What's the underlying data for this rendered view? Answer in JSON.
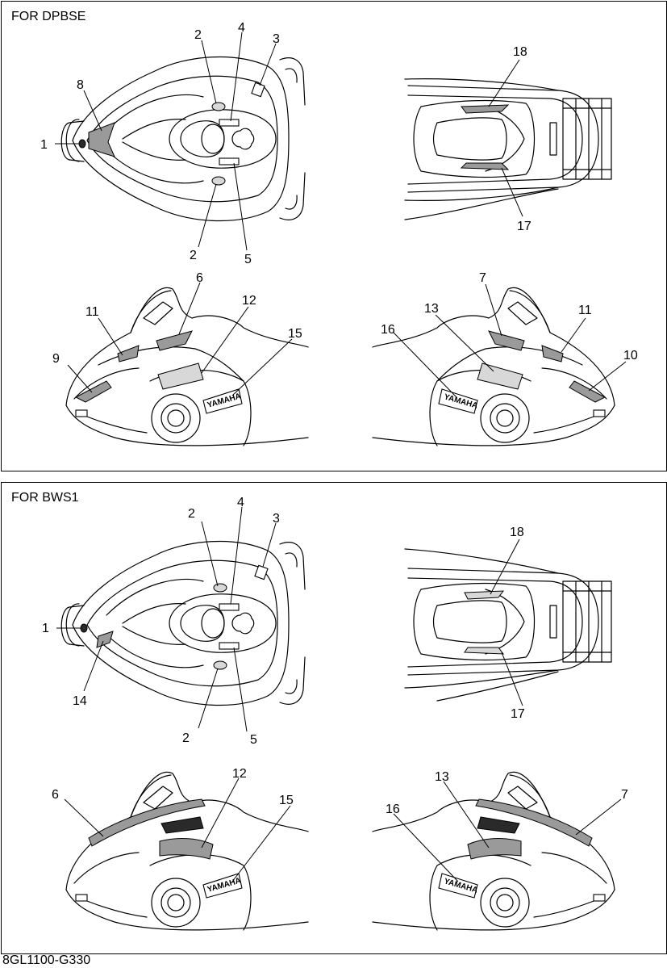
{
  "figure_code": "8GL1100-G330",
  "brand_mark": "YAMAHA",
  "panels": [
    {
      "title": "FOR DPBSE",
      "callouts": [
        "1",
        "2",
        "4",
        "3",
        "8",
        "2",
        "5",
        "18",
        "17",
        "6",
        "11",
        "12",
        "15",
        "9",
        "7",
        "13",
        "11",
        "16",
        "10"
      ]
    },
    {
      "title": "FOR BWS1",
      "callouts": [
        "2",
        "4",
        "3",
        "1",
        "14",
        "2",
        "5",
        "18",
        "17",
        "12",
        "6",
        "15",
        "13",
        "7",
        "16"
      ]
    }
  ]
}
